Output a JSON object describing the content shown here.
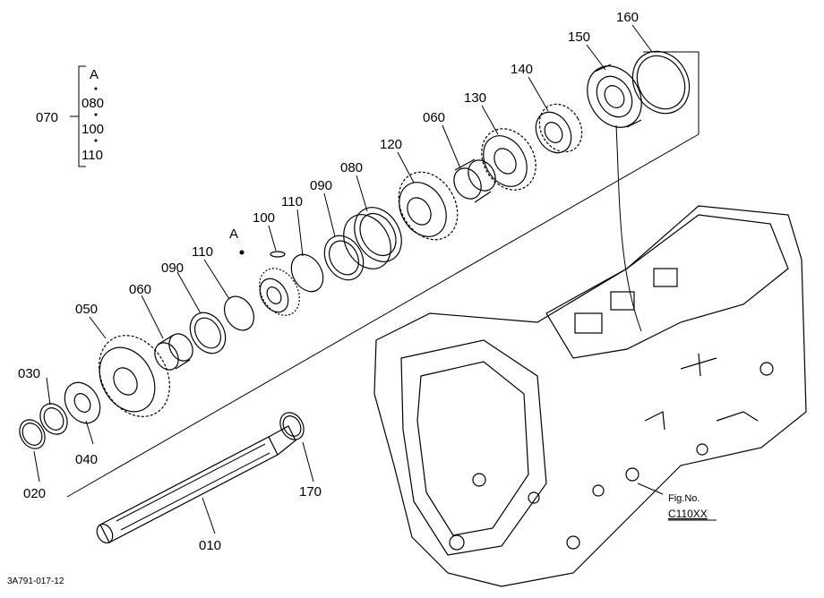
{
  "diagram": {
    "drawing_code": "3A791-017-12",
    "fig_caption": "Fig.No.",
    "fig_number": "C110XX",
    "group": {
      "label": "070",
      "members": [
        "A",
        "080",
        "100",
        "110"
      ]
    },
    "callouts": {
      "c160": "160",
      "c150": "150",
      "c140": "140",
      "c130": "130",
      "c060a": "060",
      "c120": "120",
      "c080": "080",
      "c090a": "090",
      "c110a": "110",
      "c100": "100",
      "cA": "A",
      "c110b": "110",
      "c090b": "090",
      "c060b": "060",
      "c050": "050",
      "c030": "030",
      "c040": "040",
      "c020": "020",
      "c010": "010",
      "c170": "170"
    }
  }
}
